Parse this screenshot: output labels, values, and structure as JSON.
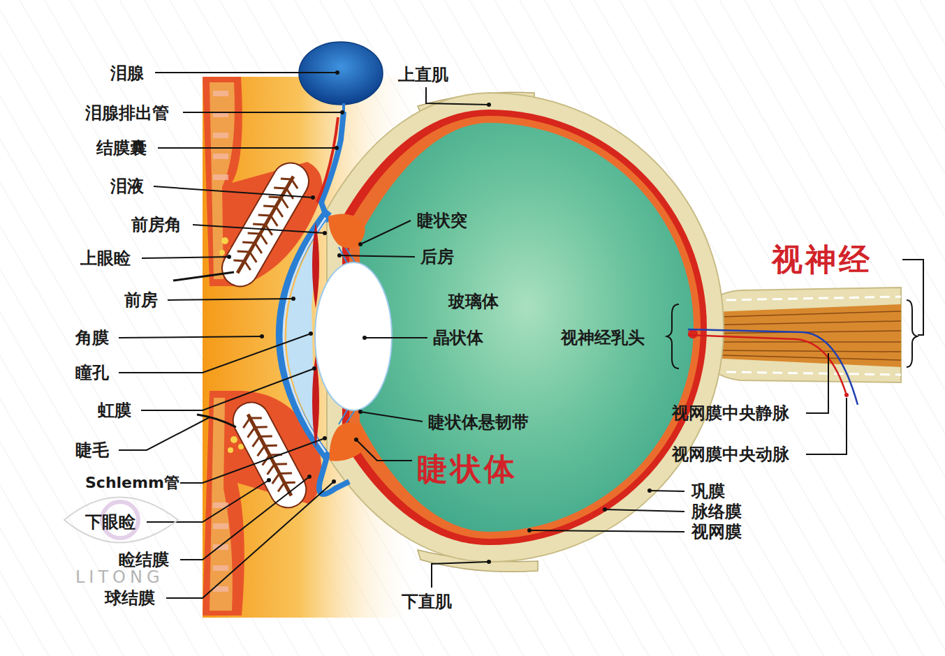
{
  "diagram": {
    "labels": [
      "泪腺",
      "泪腺排出管",
      "结膜囊",
      "泪液",
      "前房角",
      "上眼睑",
      "前房",
      "角膜",
      "瞳孔",
      "虹膜",
      "睫毛",
      "Schlemm管",
      "下眼睑",
      "睑结膜",
      "球结膜",
      "上直肌",
      "睫状突",
      "后房",
      "玻璃体",
      "晶状体",
      "睫状体悬韧带",
      "睫状体",
      "视神经",
      "视神经乳头",
      "视网膜中央静脉",
      "视网膜中央动脉",
      "巩膜",
      "脉络膜",
      "视网膜",
      "下直肌",
      "LITONG"
    ]
  }
}
